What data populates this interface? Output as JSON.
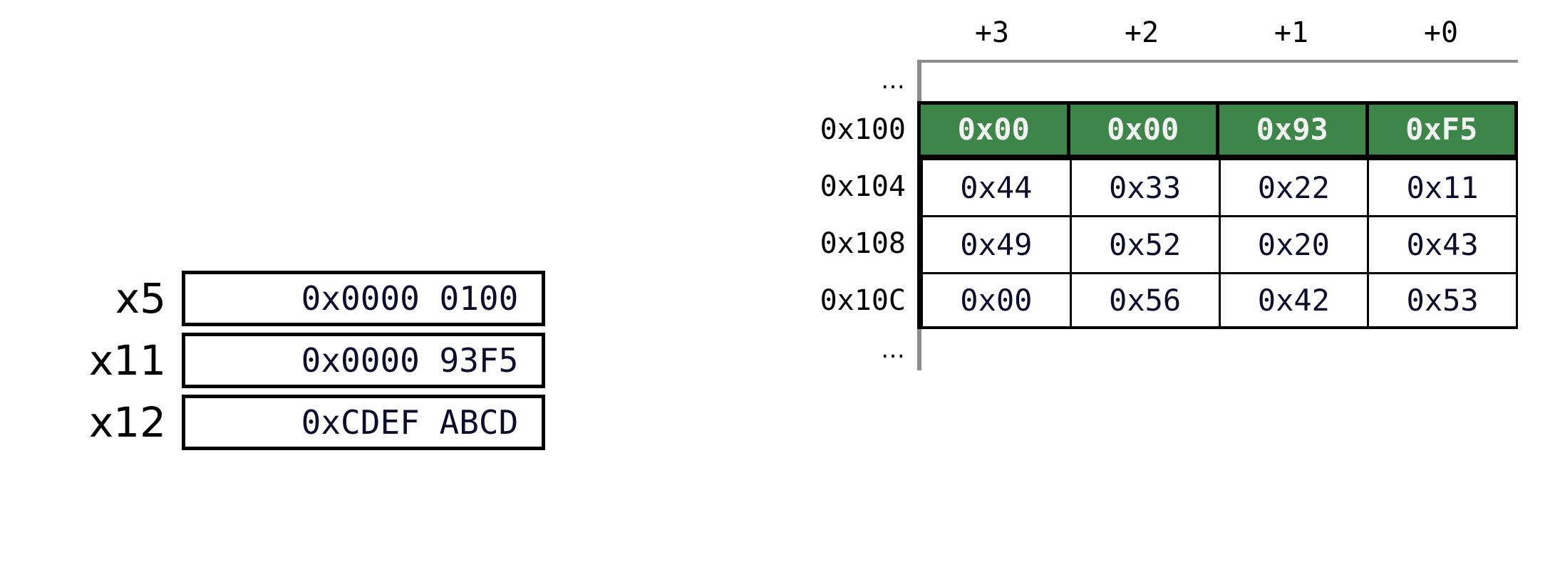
{
  "registers": {
    "rows": [
      {
        "label": "x5",
        "value": "0x0000 0100"
      },
      {
        "label": "x11",
        "value": "0x0000 93F5"
      },
      {
        "label": "x12",
        "value": "0xCDEF ABCD"
      }
    ]
  },
  "memory": {
    "column_headers": [
      "+3",
      "+2",
      "+1",
      "+0"
    ],
    "ellipsis": "…",
    "rows": [
      {
        "label": "0x100",
        "highlighted": true,
        "cells": [
          "0x00",
          "0x00",
          "0x93",
          "0xF5"
        ]
      },
      {
        "label": "0x104",
        "highlighted": false,
        "cells": [
          "0x44",
          "0x33",
          "0x22",
          "0x11"
        ]
      },
      {
        "label": "0x108",
        "highlighted": false,
        "cells": [
          "0x49",
          "0x52",
          "0x20",
          "0x43"
        ]
      },
      {
        "label": "0x10C",
        "highlighted": false,
        "cells": [
          "0x00",
          "0x56",
          "0x42",
          "0x53"
        ]
      }
    ]
  },
  "colors": {
    "highlight_fill": "#3d8548",
    "highlight_text": "#f2f2f2",
    "cell_text": "#0d0d2b",
    "label_text": "#000000",
    "grid_line": "#000000",
    "ellipsis_line": "#8c8c8c",
    "background": "#ffffff"
  }
}
